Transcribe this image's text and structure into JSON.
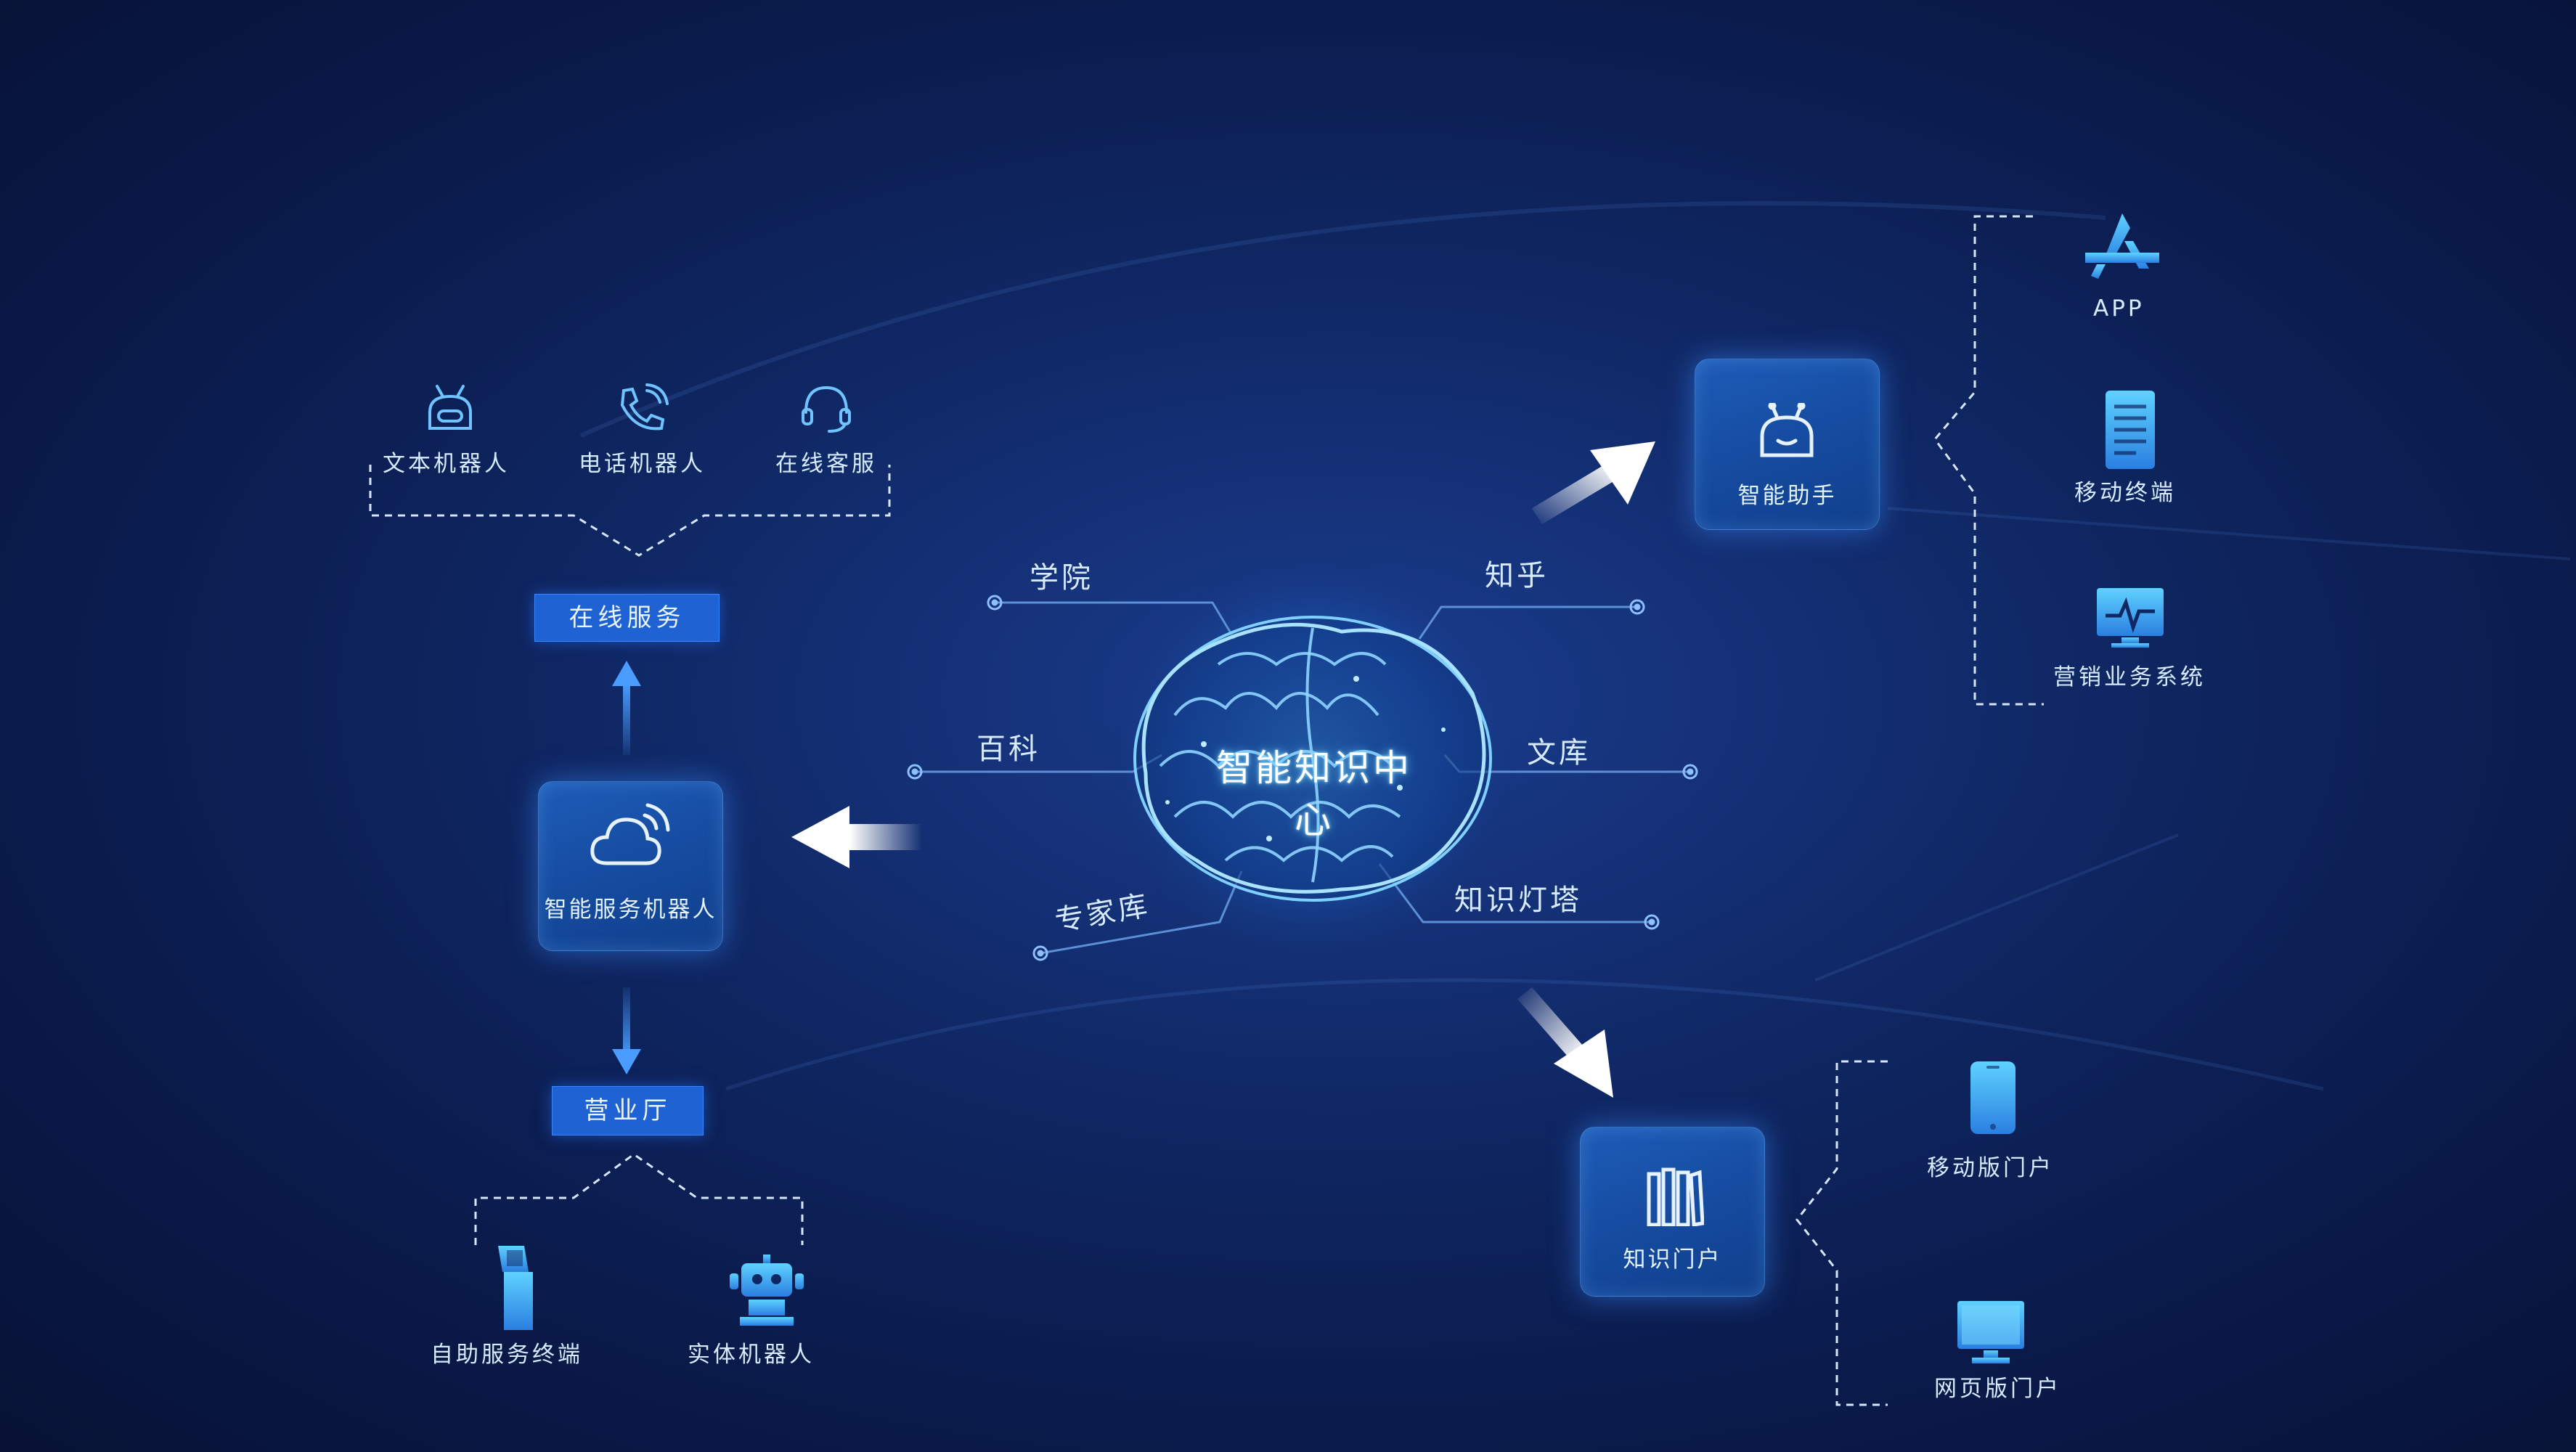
{
  "center": {
    "label": "智能知识中心"
  },
  "sources": {
    "academy": "学院",
    "zhihu": "知乎",
    "baike": "百科",
    "wenku": "文库",
    "experts": "专家库",
    "lighthouse": "知识灯塔"
  },
  "left": {
    "robot_box": "智能服务机器人",
    "online_service": "在线服务",
    "channels": [
      "文本机器人",
      "电话机器人",
      "在线客服"
    ],
    "hall": "营业厅",
    "hall_items": [
      "自助服务终端",
      "实体机器人"
    ]
  },
  "right_top": {
    "assistant_box": "智能助手",
    "items": [
      "APP",
      "移动终端",
      "营销业务系统"
    ]
  },
  "right_bottom": {
    "portal_box": "知识门户",
    "items": [
      "移动版门户",
      "网页版门户"
    ]
  },
  "colors": {
    "background": "#0f2763",
    "accent": "#1f62d3",
    "icon": "#6fc3ff",
    "line": "#5b8fd6"
  },
  "icons": {
    "center": "brain-icon",
    "text_robot": "robot-head-icon",
    "phone_robot": "phone-icon",
    "online_cs": "headset-icon",
    "service_robot": "cloud-signal-icon",
    "kiosk": "kiosk-icon",
    "physical_robot": "robot-icon",
    "assistant": "robot-face-icon",
    "app": "app-store-icon",
    "mobile_terminal": "document-device-icon",
    "marketing_system": "monitor-pulse-icon",
    "portal": "books-icon",
    "mobile_portal": "smartphone-icon",
    "web_portal": "desktop-icon"
  }
}
